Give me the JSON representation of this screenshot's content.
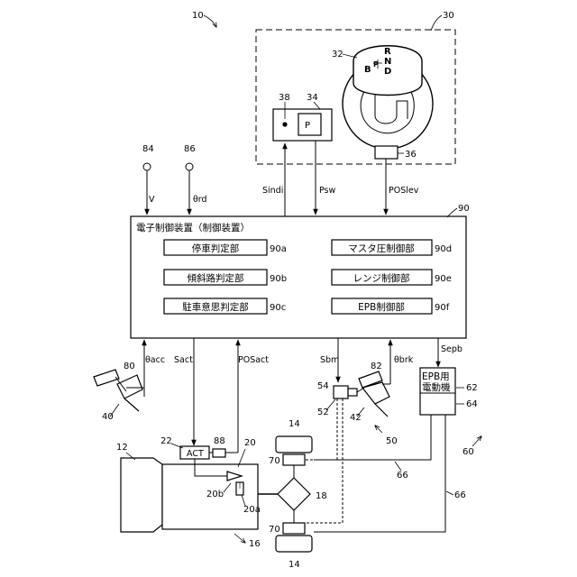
{
  "refs": {
    "system": "10",
    "shift_unit": "30",
    "shift_lever": "32",
    "p_switch": "34",
    "sensor_36": "36",
    "indicator": "38",
    "sensor_84": "84",
    "sensor_86": "86",
    "controller": "90",
    "accel_pedal": "40",
    "accel_sensor": "80",
    "brake_pedal": "42",
    "brake_sensor": "82",
    "master_cyl": "52",
    "sensor_54": "54",
    "brake_system": "50",
    "epb_actuator": "62",
    "epb_unit": "64",
    "epb_system": "60",
    "cable_66a": "66",
    "cable_66b": "66",
    "engine": "12",
    "act_unit": "22",
    "sensor_88": "88",
    "parking_lock": "20",
    "parking_pawl": "20b",
    "parking_gear": "20a",
    "transmission": "16",
    "differential": "18",
    "wheel_top": "14",
    "wheel_bottom": "14",
    "brake_top": "70",
    "brake_bottom": "70"
  },
  "shift_pattern": {
    "r": "R",
    "n": "N",
    "d": "D",
    "b": "B",
    "p": "P"
  },
  "p_button": "P",
  "signals": {
    "sindi": "Sindi",
    "psw": "Psw",
    "poslev": "POSlev",
    "v": "V",
    "theta_rd": "θrd",
    "theta_acc": "θacc",
    "sact": "Sact",
    "posact": "POSact",
    "sbm": "Sbm",
    "theta_brk": "θbrk",
    "sepb": "Sepb"
  },
  "controller": {
    "title": "電子制御装置（制御装置）",
    "blocks": [
      {
        "label": "停車判定部",
        "ref": "90a"
      },
      {
        "label": "傾斜路判定部",
        "ref": "90b"
      },
      {
        "label": "駐車意思判定部",
        "ref": "90c"
      },
      {
        "label": "マスタ圧制御部",
        "ref": "90d"
      },
      {
        "label": "レンジ制御部",
        "ref": "90e"
      },
      {
        "label": "EPB制御部",
        "ref": "90f"
      }
    ]
  },
  "act_label": "ACT",
  "epb_label_line1": "EPB用",
  "epb_label_line2": "電動機"
}
